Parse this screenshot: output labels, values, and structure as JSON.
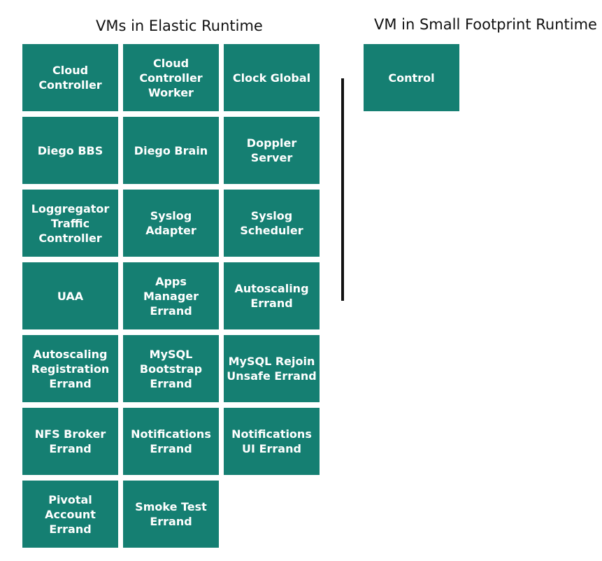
{
  "left_heading": "VMs in Elastic Runtime",
  "right_heading": "VM in Small Footprint Runtime",
  "elastic_vms": [
    "Cloud\nController",
    "Cloud\nController\nWorker",
    "Clock Global",
    "Diego BBS",
    "Diego Brain",
    "Doppler\nServer",
    "Loggregator\nTraffic\nController",
    "Syslog\nAdapter",
    "Syslog\nScheduler",
    "UAA",
    "Apps Manager\nErrand",
    "Autoscaling\nErrand",
    "Autoscaling\nRegistration\nErrand",
    "MySQL\nBootstrap\nErrand",
    "MySQL Rejoin\nUnsafe Errand",
    "NFS Broker\nErrand",
    "Notifications\nErrand",
    "Notifications\nUI Errand",
    "Pivotal\nAccount\nErrand",
    "Smoke Test\nErrand"
  ],
  "small_footprint_vms": [
    "Control"
  ],
  "colors": {
    "tile_background": "#157f72",
    "tile_text": "#ffffff",
    "divider": "#111111"
  }
}
